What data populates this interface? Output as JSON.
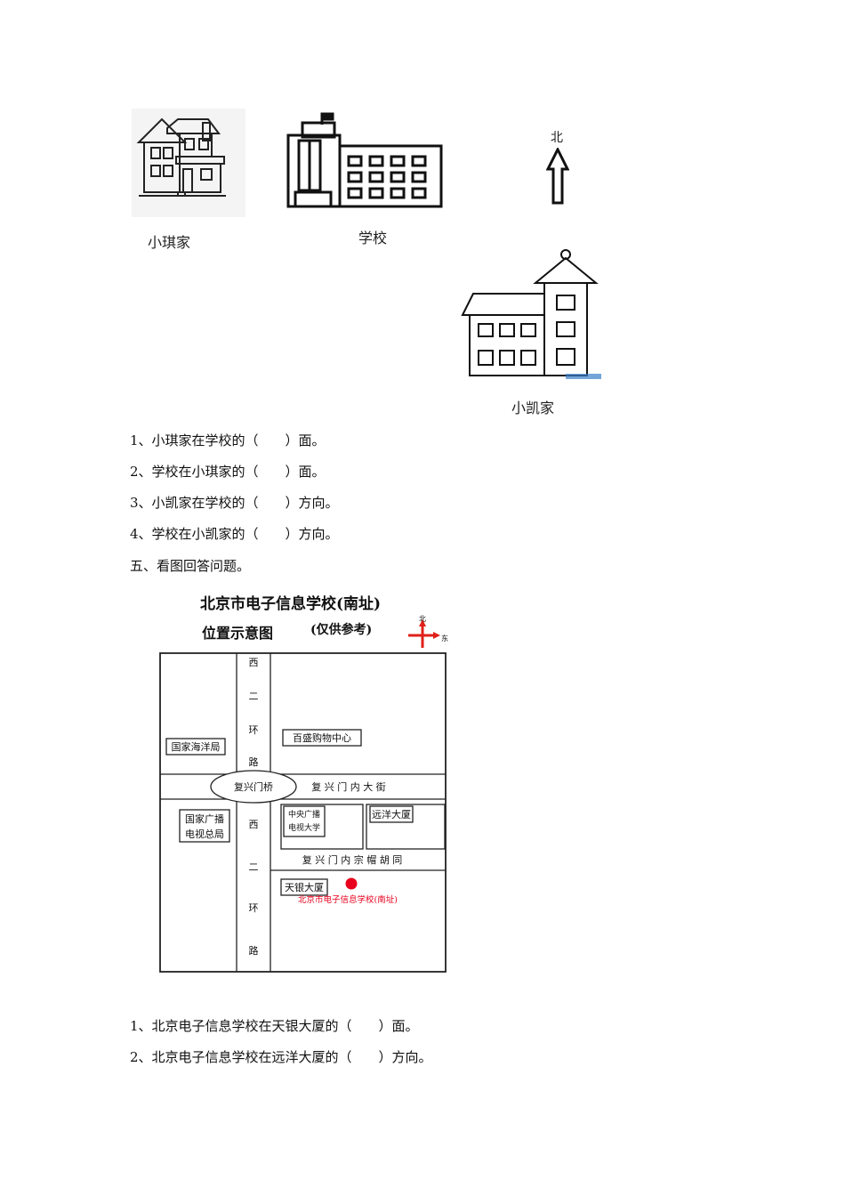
{
  "part4": {
    "captions": {
      "xiaoqi_home": "小琪家",
      "school": "学校",
      "xiaokai_home": "小凯家",
      "north": "北"
    },
    "questions": [
      "1、小琪家在学校的（　　）面。",
      "2、学校在小琪家的（　　）面。",
      "3、小凯家在学校的（　　）方向。",
      "4、学校在小凯家的（　　）方向。"
    ]
  },
  "part5": {
    "heading": "五、看图回答问题。",
    "map": {
      "title": "北京市电子信息学校(南址)",
      "subtitle": "位置示意图",
      "note": "(仅供参考)",
      "compass_north": "北",
      "compass_east": "东",
      "road_west_upper": [
        "西",
        "二",
        "环",
        "路"
      ],
      "road_west_lower": [
        "西",
        "二",
        "环",
        "路"
      ],
      "bridge": "复兴门桥",
      "street_main": "复 兴 门 内 大 街",
      "street_lane": "复 兴 门 内 宗 帽 胡 同",
      "places": {
        "ocean_bureau": "国家海洋局",
        "baisheng": "百盛购物中心",
        "radio_bureau_1": "国家广播",
        "radio_bureau_2": "电视总局",
        "cctv_univ_1": "中央广播",
        "cctv_univ_2": "电视大学",
        "yuanyang": "远洋大厦",
        "tianyin": "天银大厦",
        "school": "北京市电子信息学校(南址)"
      }
    },
    "questions": [
      "1、北京电子信息学校在天银大厦的（　　）面。",
      "2、北京电子信息学校在远洋大厦的（　　）方向。"
    ]
  }
}
